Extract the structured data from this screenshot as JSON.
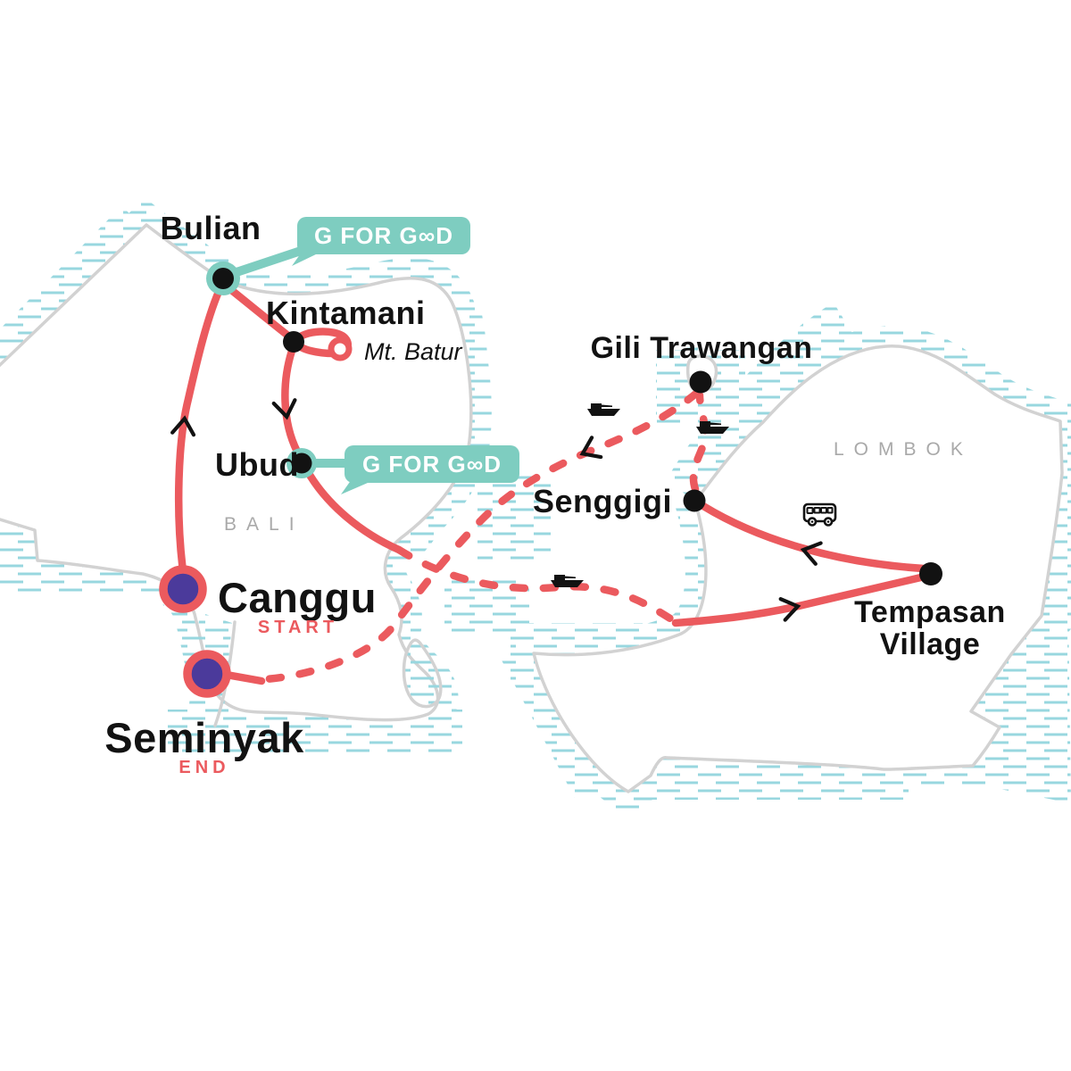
{
  "map": {
    "regions": [
      {
        "label": "BALI"
      },
      {
        "label": "LOMBOK"
      }
    ],
    "badge": {
      "label": "G FOR GOOD",
      "display": "G FOR G∞D"
    },
    "stops": [
      {
        "id": "canggu",
        "label": "Canggu",
        "tag": "START",
        "marker": "start-marker"
      },
      {
        "id": "seminyak",
        "label": "Seminyak",
        "tag": "END",
        "marker": "end-marker"
      },
      {
        "id": "bulian",
        "label": "Bulian",
        "marker": "stop-dot",
        "highlight": "G FOR GOOD"
      },
      {
        "id": "kintamani",
        "label": "Kintamani",
        "marker": "stop-dot"
      },
      {
        "id": "mt-batur",
        "label": "Mt. Batur",
        "marker": "open-ring"
      },
      {
        "id": "ubud",
        "label": "Ubud",
        "marker": "stop-dot",
        "highlight": "G FOR GOOD"
      },
      {
        "id": "gili-trawangan",
        "label": "Gili Trawangan",
        "marker": "stop-dot"
      },
      {
        "id": "senggigi",
        "label": "Senggigi",
        "marker": "stop-dot"
      },
      {
        "id": "tempasan-village",
        "label": "Tempasan Village",
        "line1": "Tempasan",
        "line2": "Village",
        "marker": "stop-dot"
      }
    ],
    "icons": {
      "boat": "boat-icon",
      "bus": "bus-icon",
      "direction": "direction-chevron-icon"
    },
    "legs": [
      {
        "from": "Canggu",
        "to": "Bulian",
        "style": "solid"
      },
      {
        "from": "Bulian",
        "to": "Kintamani",
        "style": "solid"
      },
      {
        "from": "Kintamani",
        "to": "Mt. Batur",
        "style": "solid-loop"
      },
      {
        "from": "Kintamani",
        "to": "Ubud",
        "style": "solid"
      },
      {
        "from": "Ubud",
        "to": "Tempasan Village",
        "style": "dashed-ferry"
      },
      {
        "from": "Tempasan Village",
        "to": "Senggigi",
        "style": "solid"
      },
      {
        "from": "Senggigi",
        "to": "Gili Trawangan",
        "style": "dashed-ferry"
      },
      {
        "from": "Gili Trawangan",
        "to": "Seminyak",
        "style": "dashed-ferry"
      }
    ]
  },
  "colors": {
    "route_red": "#EB5A5E",
    "marker_purple": "#4B3A9B",
    "badge_teal": "#7ECDC0",
    "hatch_teal": "#98D7DF",
    "coast_gray": "#D2D2D2",
    "region_gray": "#A9A9A9",
    "ink": "#121212",
    "bg": "#FFFFFF"
  }
}
